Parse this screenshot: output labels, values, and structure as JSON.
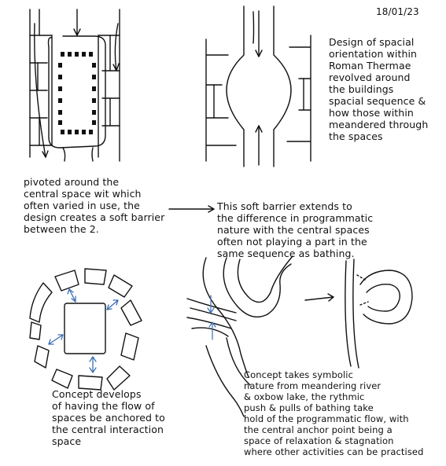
{
  "date": "18/01/23",
  "notes": {
    "design": "Design of spacial\norientation within\nRoman Thermae\nrevolved around\nthe buildings\nspacial sequence &\nhow those within\nmeandered through\nthe spaces",
    "pivot": "pivoted around the\ncentral space wit which\noften varied in use, the\ndesign creates a soft barrier\nbetween the 2.",
    "barrier": "This soft barrier extends to\nthe difference in programmatic\nnature with the central spaces\noften not playing a part in the\nsame sequence as bathing.",
    "develops": "Concept develops\nof having the flow of\nspaces be anchored to\nthe central interaction\nspace",
    "symbolic": "Concept takes symbolic\nnature from meandering river\n& oxbow lake, the rythmic\npush & pulls of bathing take\nhold of the programmatic flow, with\nthe central anchor point being a\nspace of relaxation & stagnation\nwhere other activities can be practised"
  },
  "colors": {
    "ink": "#111111",
    "blue_arrows": "#3b6fb5"
  }
}
